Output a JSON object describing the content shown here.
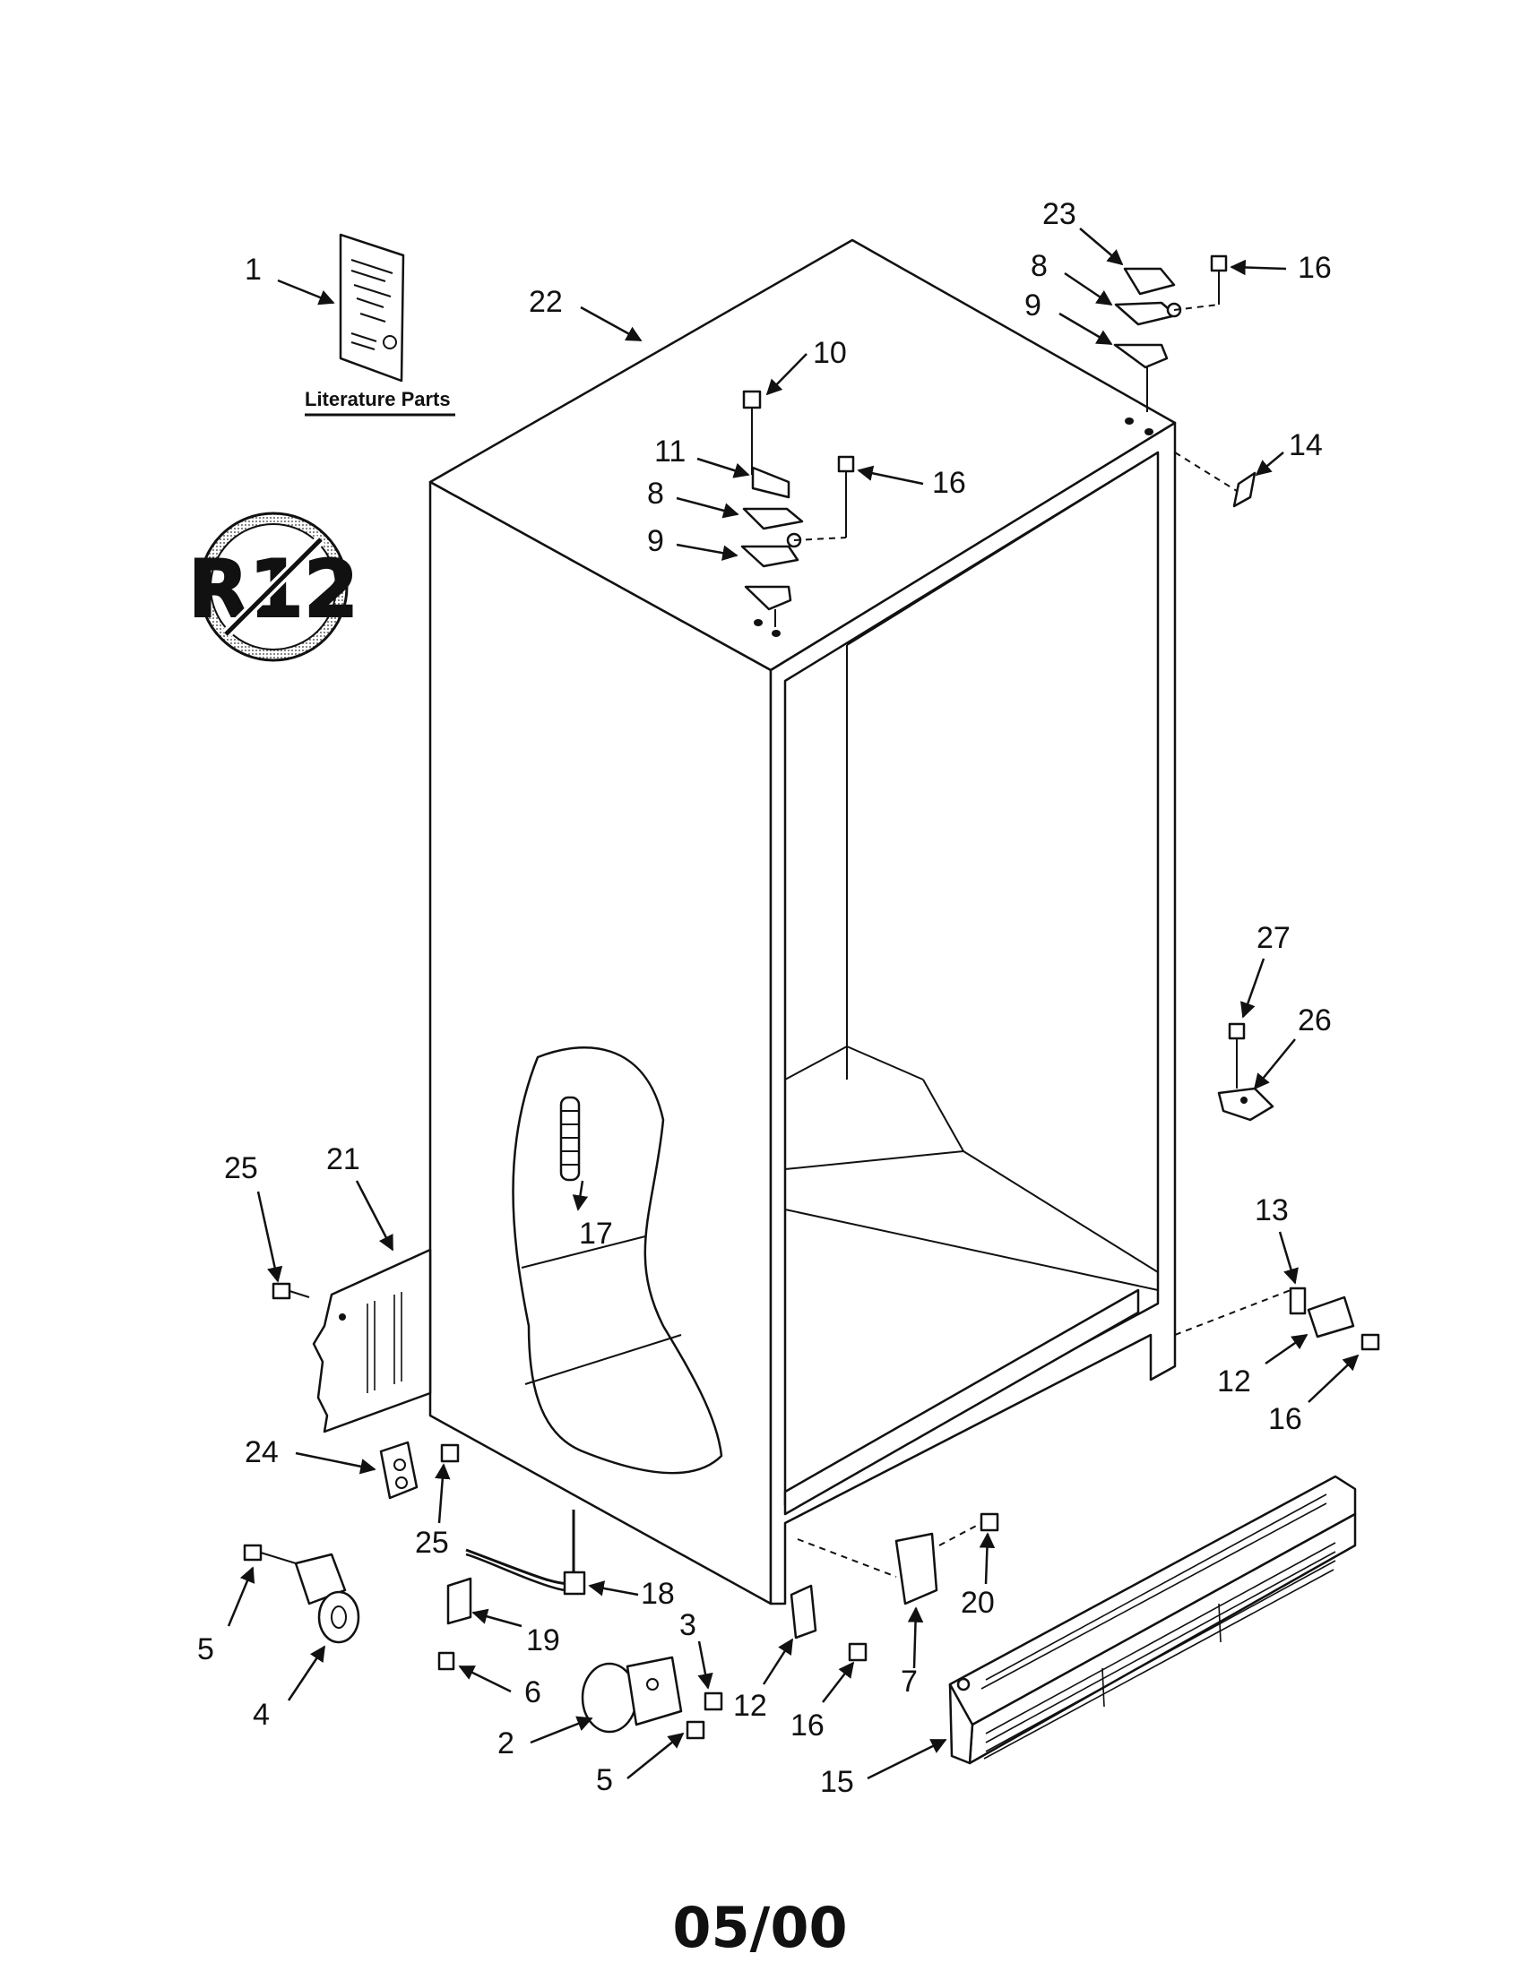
{
  "literature_label": "Literature Parts",
  "r12_symbol_text": "R12",
  "footer_code": "05/00",
  "callouts": [
    {
      "id": "c1",
      "label": "1"
    },
    {
      "id": "c22",
      "label": "22"
    },
    {
      "id": "c10",
      "label": "10"
    },
    {
      "id": "c11",
      "label": "11"
    },
    {
      "id": "c8a",
      "label": "8"
    },
    {
      "id": "c9a",
      "label": "9"
    },
    {
      "id": "c16a",
      "label": "16"
    },
    {
      "id": "c23",
      "label": "23"
    },
    {
      "id": "c8b",
      "label": "8"
    },
    {
      "id": "c9b",
      "label": "9"
    },
    {
      "id": "c16b",
      "label": "16"
    },
    {
      "id": "c14",
      "label": "14"
    },
    {
      "id": "c27",
      "label": "27"
    },
    {
      "id": "c26",
      "label": "26"
    },
    {
      "id": "c25a",
      "label": "25"
    },
    {
      "id": "c21",
      "label": "21"
    },
    {
      "id": "c17",
      "label": "17"
    },
    {
      "id": "c13",
      "label": "13"
    },
    {
      "id": "c12a",
      "label": "12"
    },
    {
      "id": "c16c",
      "label": "16"
    },
    {
      "id": "c24",
      "label": "24"
    },
    {
      "id": "c25b",
      "label": "25"
    },
    {
      "id": "c18",
      "label": "18"
    },
    {
      "id": "c19",
      "label": "19"
    },
    {
      "id": "c5a",
      "label": "5"
    },
    {
      "id": "c4",
      "label": "4"
    },
    {
      "id": "c6",
      "label": "6"
    },
    {
      "id": "c3",
      "label": "3"
    },
    {
      "id": "c2",
      "label": "2"
    },
    {
      "id": "c5b",
      "label": "5"
    },
    {
      "id": "c12b",
      "label": "12"
    },
    {
      "id": "c16d",
      "label": "16"
    },
    {
      "id": "c7",
      "label": "7"
    },
    {
      "id": "c20",
      "label": "20"
    },
    {
      "id": "c15",
      "label": "15"
    }
  ]
}
